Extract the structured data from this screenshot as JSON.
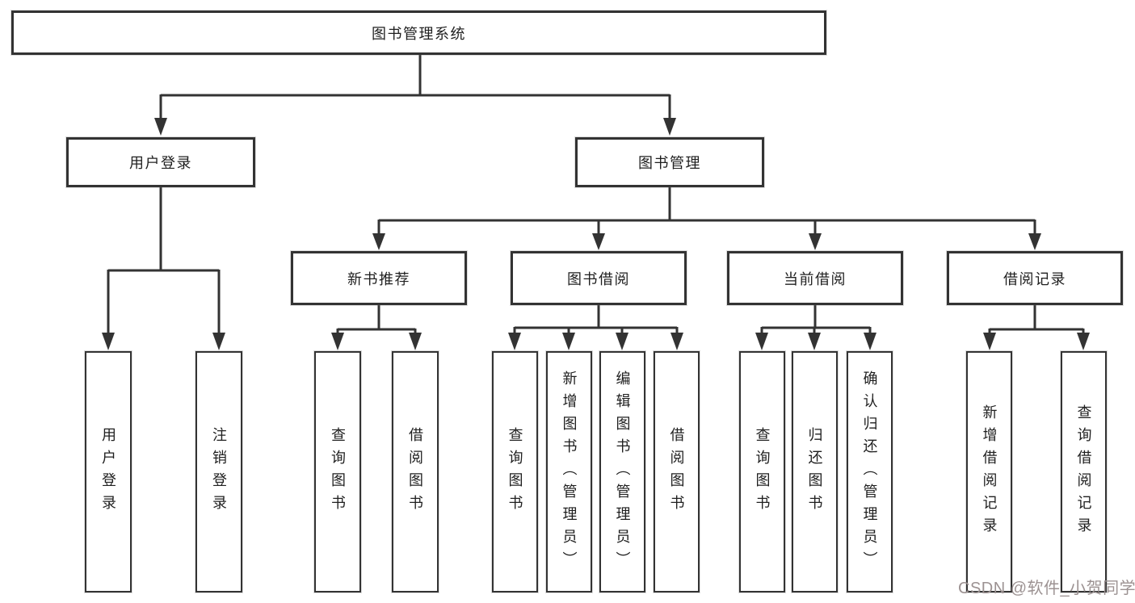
{
  "diagram": {
    "title": "图书管理系统",
    "root": {
      "label": "图书管理系统"
    },
    "level1": [
      {
        "label": "用户登录"
      },
      {
        "label": "图书管理"
      }
    ],
    "level2": [
      {
        "label": "新书推荐"
      },
      {
        "label": "图书借阅"
      },
      {
        "label": "当前借阅"
      },
      {
        "label": "借阅记录"
      }
    ],
    "leaves": {
      "user_login": [
        "用户登录",
        "注销登录"
      ],
      "new_book": [
        "查询图书",
        "借阅图书"
      ],
      "book_borrow": [
        "查询图书",
        "新增图书（管理员）",
        "编辑图书（管理员）",
        "借阅图书"
      ],
      "current_borrow": [
        "查询图书",
        "归还图书",
        "确认归还（管理员）"
      ],
      "borrow_record": [
        "新增借阅记录",
        "查询借阅记录"
      ]
    }
  },
  "watermark": {
    "text": "CSDN @软件_小贺同学"
  },
  "colors": {
    "line": "#333333",
    "text": "#1f1f1f",
    "background": "#ffffff",
    "watermark": "#9c9292"
  }
}
